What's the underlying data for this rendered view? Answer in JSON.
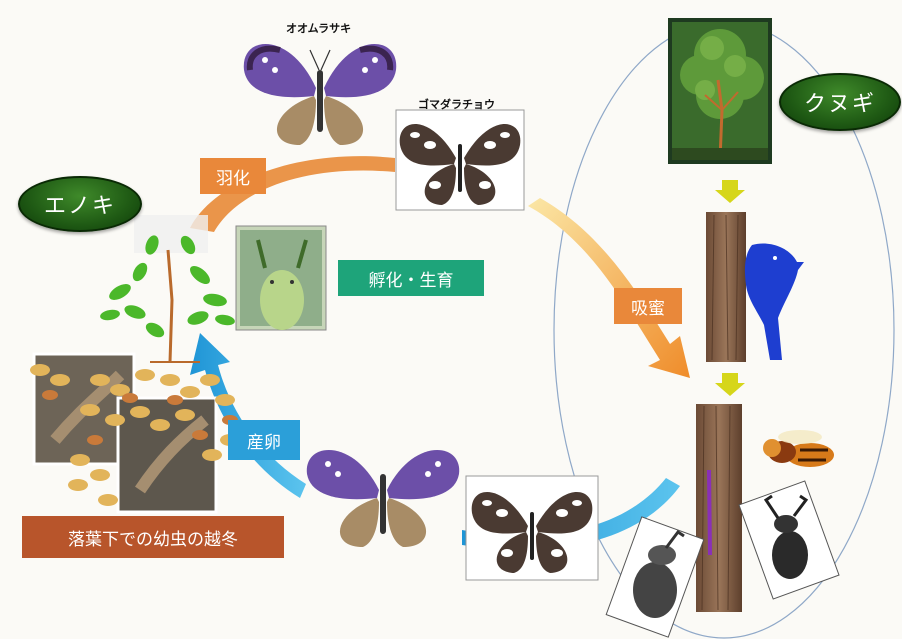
{
  "labels": {
    "enoki": "エノキ",
    "kunugi": "クヌギ",
    "uka": "羽化",
    "fuka": "孵化・生育",
    "kyumitsu": "吸蜜",
    "sanran": "産卵",
    "ettou": "落葉下での幼虫の越冬",
    "oomurasaki": "オオムラサキ",
    "gomadara": "ゴマダラチョウ"
  },
  "colors": {
    "green_oval": "#1f5a14",
    "orange": "#e9883a",
    "blue": "#2b9fd9",
    "teal": "#1ea47a",
    "brown": "#b8552b",
    "yellow_arrow": "#d6d61a"
  },
  "icons": [
    "butterfly",
    "tree",
    "woodpecker",
    "hornet",
    "stag-beetle",
    "rhinoceros-beetle",
    "caterpillar",
    "leaf"
  ]
}
